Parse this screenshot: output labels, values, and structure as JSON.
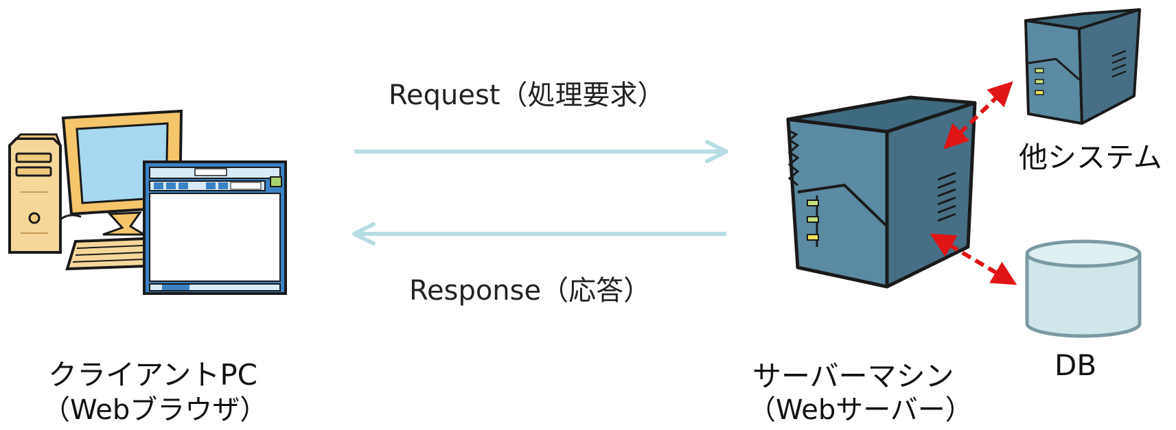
{
  "client": {
    "label_line1": "クライアントPC",
    "label_line2": "（Webブラウザ）"
  },
  "server": {
    "label_line1": "サーバーマシン",
    "label_line2": "（Webサーバー）"
  },
  "other_system": {
    "label": "他システム"
  },
  "db": {
    "label": "DB"
  },
  "request": {
    "label": "Request（処理要求）"
  },
  "response": {
    "label": "Response（応答）"
  },
  "colors": {
    "flow_arrow": "#b5dde3",
    "link_arrow": "#e01515",
    "server_body": "#5b8aa3",
    "server_dark": "#426e86",
    "server_top": "#3e6a80",
    "db_fill": "#cfe6ea",
    "db_outline": "#7a9aa3",
    "monitor_frame": "#f4c56a",
    "monitor_screen": "#a6d8f0",
    "tower_wood": "#f6d79a",
    "browser_frame": "#3b82c4"
  },
  "icons": {
    "client": "client-computer-icon",
    "server": "server-tower-icon",
    "other_system": "small-server-icon",
    "db": "database-cylinder-icon"
  }
}
